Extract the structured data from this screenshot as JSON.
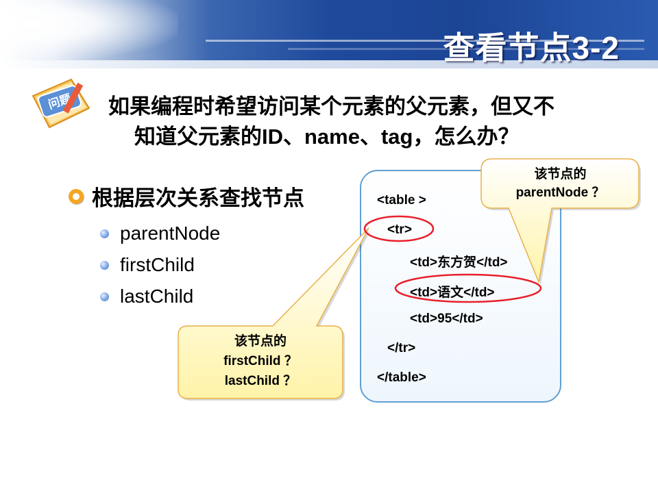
{
  "header": {
    "title": "查看节点3-2"
  },
  "question": {
    "icon_label": "问题",
    "line1": "如果编程时希望访问某个元素的父元素，但又不",
    "line2": "知道父元素的ID、name、tag，怎么办？"
  },
  "main_point": {
    "label": "根据层次关系查找节点"
  },
  "sub_points": [
    "parentNode",
    "firstChild",
    "lastChild"
  ],
  "code": {
    "lines": [
      "<table  >",
      "<tr>",
      "<td>东方贺</td>",
      "<td>语文</td>",
      "<td>95</td>",
      "</tr>",
      "</table>"
    ]
  },
  "callouts": {
    "parent": {
      "line1": "该节点的",
      "line2": "parentNode  ？"
    },
    "children": {
      "line1": "该节点的",
      "line2": "firstChild  ？",
      "line3": "lastChild  ？"
    }
  },
  "colors": {
    "banner_blue": "#1f4a9c",
    "highlight_red": "#e8202a",
    "callout_fill": "#fff8c4",
    "callout_border": "#e9b04a",
    "code_border": "#5f9fd4",
    "bullet_orange": "#f5a623"
  }
}
